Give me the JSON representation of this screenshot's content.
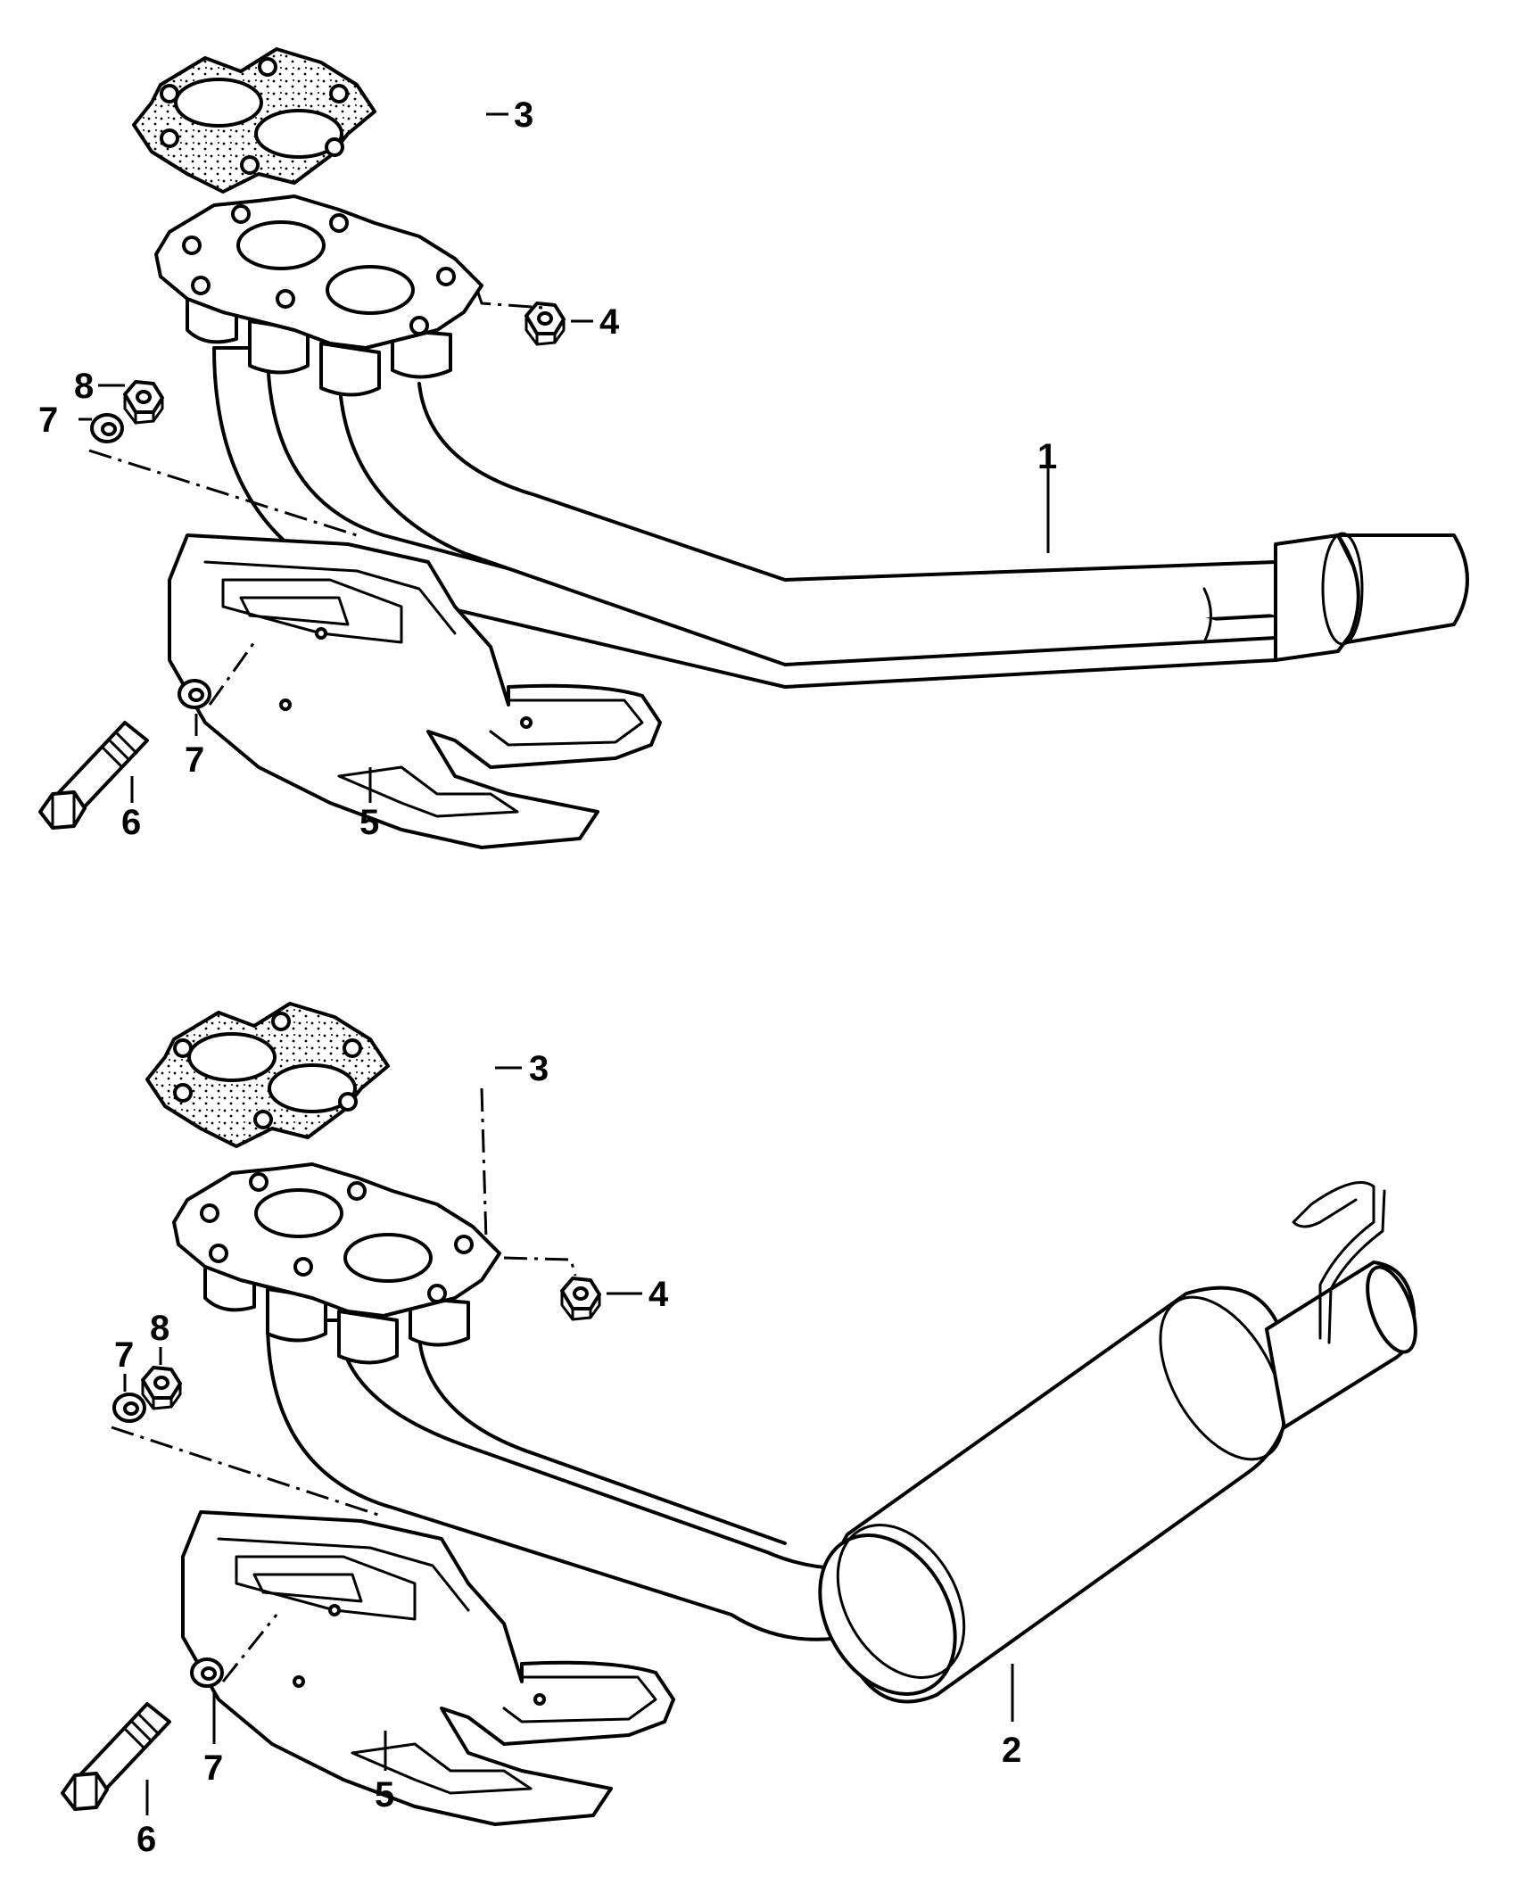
{
  "top_assembly": {
    "callouts": {
      "pipe": "1",
      "gasket": "3",
      "nut_flange": "4",
      "heat_shield": "5",
      "bolt": "6",
      "washer_bolt": "7",
      "washer_stud": "7",
      "nut_stud": "8"
    }
  },
  "bottom_assembly": {
    "callouts": {
      "muffler": "2",
      "gasket": "3",
      "nut_flange": "4",
      "heat_shield": "5",
      "bolt": "6",
      "washer_bolt": "7",
      "washer_stud": "7",
      "nut_stud": "8"
    }
  }
}
